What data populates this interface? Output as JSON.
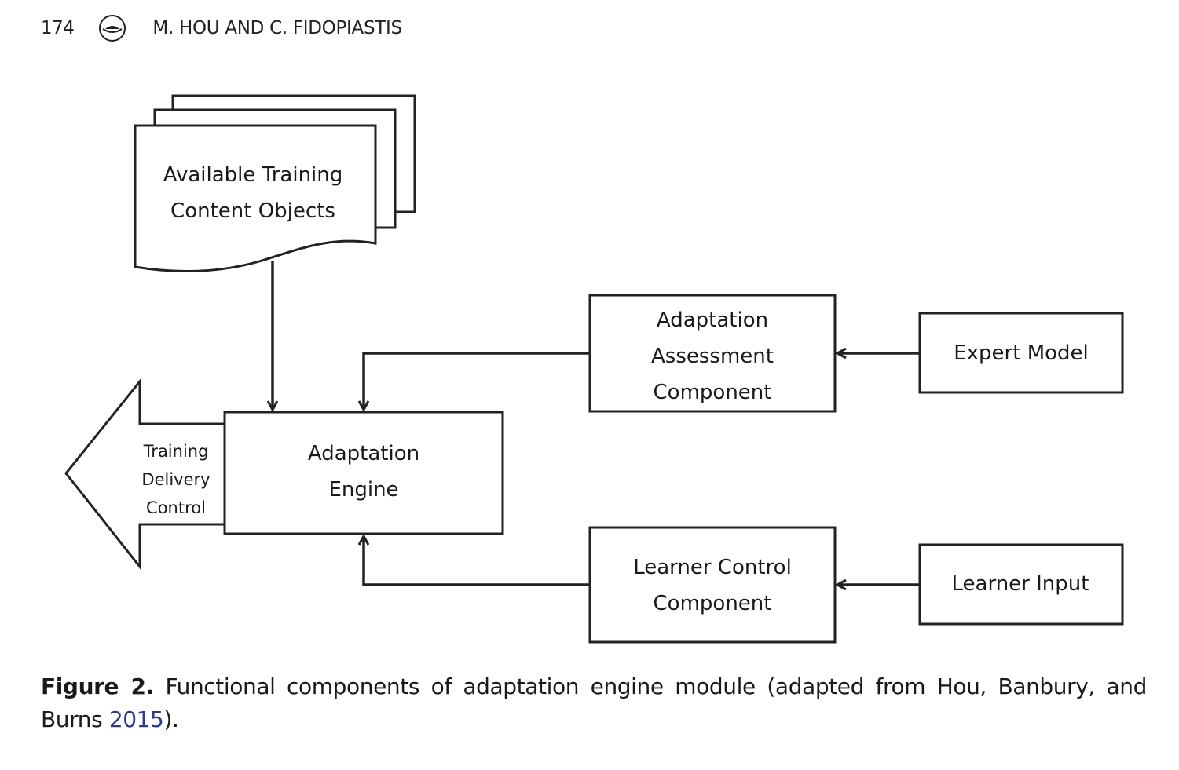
{
  "header": {
    "page_number": "174",
    "running_head": "M. HOU AND C. FIDOPIASTIS"
  },
  "diagram": {
    "training_content": [
      "Available Training",
      "Content Objects"
    ],
    "assessment": [
      "Adaptation",
      "Assessment",
      "Component"
    ],
    "expert_model": "Expert Model",
    "engine": [
      "Adaptation",
      "Engine"
    ],
    "delivery": [
      "Training",
      "Delivery",
      "Control"
    ],
    "learner_control": [
      "Learner Control",
      "Component"
    ],
    "learner_input": "Learner Input"
  },
  "caption": {
    "label": "Figure 2.",
    "text_before_year": " Functional components of adaptation engine module (adapted from Hou, Banbury, and Burns ",
    "year": "2015",
    "text_after_year": ")."
  }
}
